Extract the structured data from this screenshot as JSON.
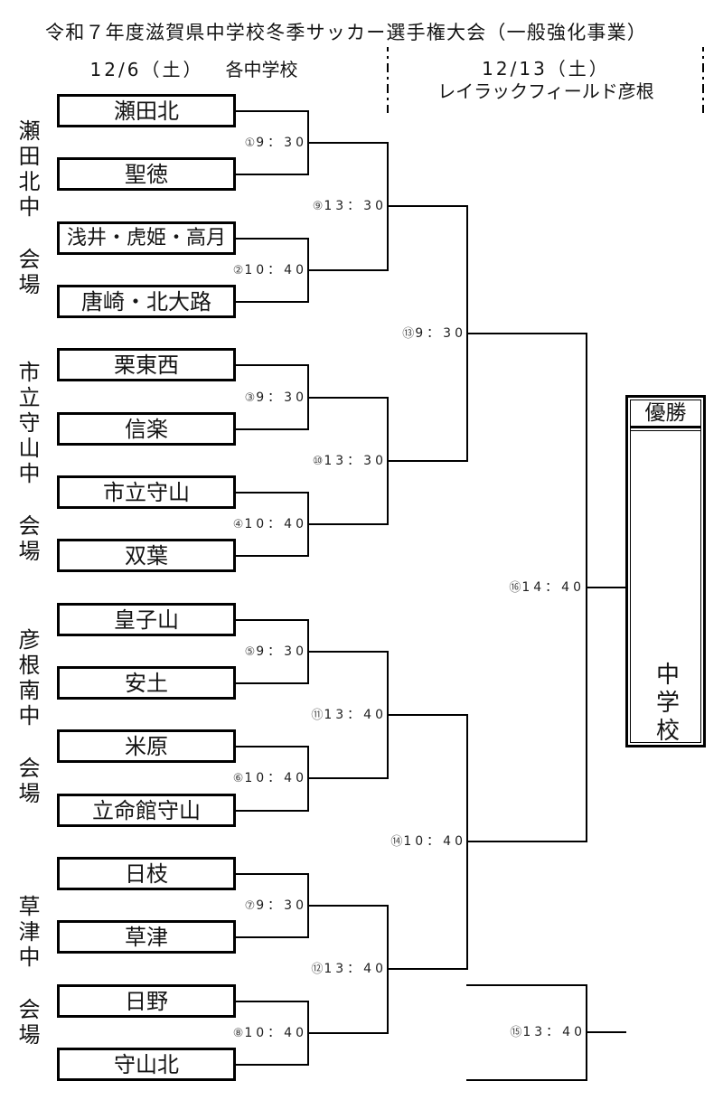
{
  "title": "令和７年度滋賀県中学校冬季サッカー選手権大会（一般強化事業）",
  "schedule": {
    "day1": {
      "date": "12/6（土）",
      "venue": "各中学校"
    },
    "day2": {
      "date": "12/13（土）",
      "venue": "レイラックフィールド彦根"
    }
  },
  "venues": [
    {
      "name": "瀬田北中",
      "suffix": "会場"
    },
    {
      "name": "市立守山中",
      "suffix": "会場"
    },
    {
      "name": "彦根南中",
      "suffix": "会場"
    },
    {
      "name": "草津中",
      "suffix": "会場"
    }
  ],
  "bracket": {
    "round1": [
      {
        "match": "①",
        "time": "9：30",
        "teams": [
          "瀬田北",
          "聖徳"
        ]
      },
      {
        "match": "②",
        "time": "10：40",
        "teams": [
          "浅井・虎姫・高月",
          "唐崎・北大路"
        ]
      },
      {
        "match": "③",
        "time": "9：30",
        "teams": [
          "栗東西",
          "信楽"
        ]
      },
      {
        "match": "④",
        "time": "10：40",
        "teams": [
          "市立守山",
          "双葉"
        ]
      },
      {
        "match": "⑤",
        "time": "9：30",
        "teams": [
          "皇子山",
          "安土"
        ]
      },
      {
        "match": "⑥",
        "time": "10：40",
        "teams": [
          "米原",
          "立命館守山"
        ]
      },
      {
        "match": "⑦",
        "time": "9：30",
        "teams": [
          "日枝",
          "草津"
        ]
      },
      {
        "match": "⑧",
        "time": "10：40",
        "teams": [
          "日野",
          "守山北"
        ]
      }
    ],
    "round2": [
      {
        "match": "⑨",
        "time": "13：30"
      },
      {
        "match": "⑩",
        "time": "13：30"
      },
      {
        "match": "⑪",
        "time": "13：40"
      },
      {
        "match": "⑫",
        "time": "13：40"
      }
    ],
    "semifinals": [
      {
        "match": "⑬",
        "time": "9：30"
      },
      {
        "match": "⑭",
        "time": "10：40"
      }
    ],
    "third_place": {
      "match": "⑮",
      "time": "13：40"
    },
    "final": {
      "match": "⑯",
      "time": "14：40"
    }
  },
  "champion": {
    "header": "優勝",
    "suffix": "中学校"
  }
}
